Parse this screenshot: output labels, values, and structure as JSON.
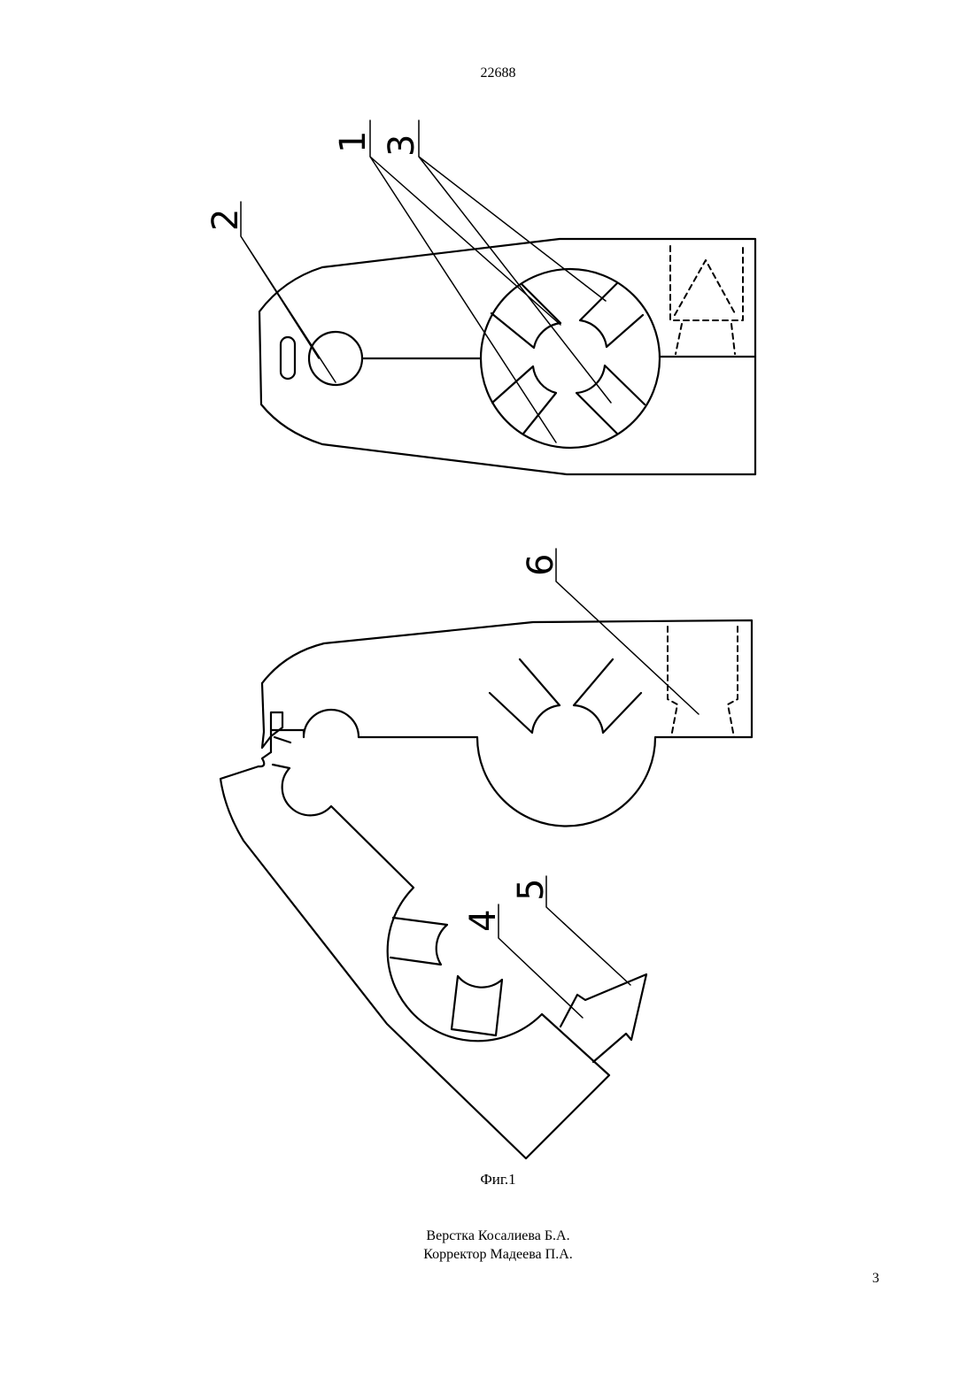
{
  "header": {
    "patent_number": "22688"
  },
  "figure": {
    "caption": "Фиг.1",
    "callouts": [
      "1",
      "2",
      "3",
      "4",
      "5",
      "6"
    ]
  },
  "footer": {
    "layout_credit": "Верстка Косалиева Б.А.",
    "proofreader_credit": "Корректор Мадеева П.А.",
    "page_number": "3"
  }
}
